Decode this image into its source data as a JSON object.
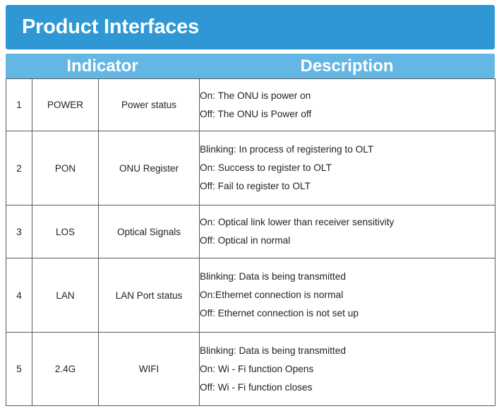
{
  "document": {
    "title": "Product Interfaces",
    "colors": {
      "title_bar": "#2f97d4",
      "subheader_bar": "#64b6e4",
      "border": "#5a5a5a",
      "text": "#231f20",
      "header_text": "#ffffff"
    }
  },
  "subheader": {
    "indicator": "Indicator",
    "description": "Description"
  },
  "table": {
    "rows": [
      {
        "num": "1",
        "abbr": "POWER",
        "name": "Power status",
        "description": [
          "On: The ONU is power on",
          "Off: The ONU is Power off"
        ]
      },
      {
        "num": "2",
        "abbr": "PON",
        "name": "ONU Register",
        "description": [
          "Blinking: In process of registering to OLT",
          "On: Success to register to OLT",
          "Off: Fail to register to OLT"
        ]
      },
      {
        "num": "3",
        "abbr": "LOS",
        "name": "Optical Signals",
        "description": [
          "On: Optical link lower than receiver sensitivity",
          "Off: Optical in normal"
        ]
      },
      {
        "num": "4",
        "abbr": "LAN",
        "name": "LAN Port status",
        "description": [
          "Blinking: Data is being transmitted",
          "On:Ethernet connection is normal",
          "Off: Ethernet connection is not set up"
        ]
      },
      {
        "num": "5",
        "abbr": "2.4G",
        "name": "WIFI",
        "description": [
          "Blinking:  Data is being transmitted",
          "On: Wi ‑ Fi function Opens",
          "Off: Wi - Fi function closes"
        ]
      }
    ]
  }
}
